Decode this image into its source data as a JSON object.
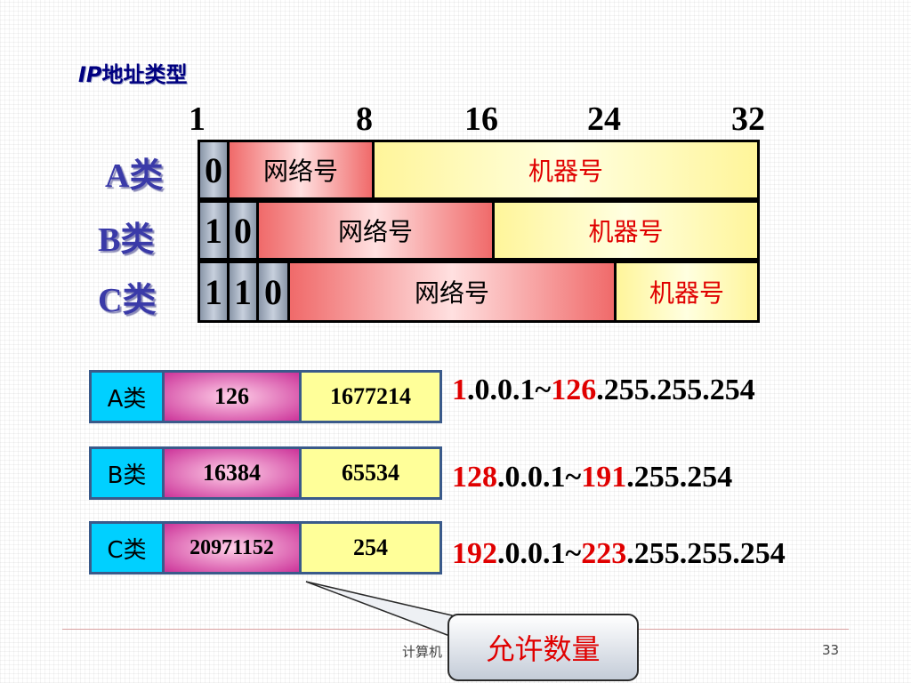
{
  "title": {
    "prefix": "IP",
    "text": "地址类型"
  },
  "bit_positions": [
    "1",
    "8",
    "16",
    "24",
    "32"
  ],
  "classes": [
    {
      "label": "A类",
      "lead_bits": [
        "0"
      ],
      "network": "网络号",
      "host": "机器号"
    },
    {
      "label": "B类",
      "lead_bits": [
        "1",
        "0"
      ],
      "network": "网络号",
      "host": "机器号"
    },
    {
      "label": "C类",
      "lead_bits": [
        "1",
        "1",
        "0"
      ],
      "network": "网络号",
      "host": "机器号"
    }
  ],
  "capacity": [
    {
      "label": "A类",
      "networks": "126",
      "hosts": "1677214",
      "range": {
        "start_first": "1",
        "start_rest": ".0.0.1~",
        "end_first": "126",
        "end_rest": ".255.255.254"
      }
    },
    {
      "label": "B类",
      "networks": "16384",
      "hosts": "65534",
      "range": {
        "start_first": "128",
        "start_rest": ".0.0.1~",
        "end_first": "191",
        "end_rest": ".255.254"
      }
    },
    {
      "label": "C类",
      "networks": "20971152",
      "hosts": "254",
      "range": {
        "start_first": "192",
        "start_rest": ".0.0.1~",
        "end_first": "223",
        "end_rest": ".255.255.254"
      }
    }
  ],
  "callout": "允许数量",
  "footer": {
    "left": "计算机",
    "page": "33"
  },
  "colors": {
    "network": "#f06a6a",
    "host": "#fff59a",
    "lead_bit": "#a8b4c4",
    "label": "#3a3aa8",
    "accent": "#e00000"
  }
}
